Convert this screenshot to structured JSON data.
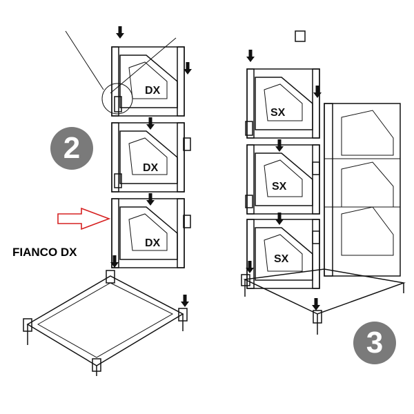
{
  "steps": {
    "step2": "2",
    "step3": "3"
  },
  "left_panels": [
    "DX",
    "DX",
    "DX"
  ],
  "right_panels": [
    "SX",
    "SX",
    "SX"
  ],
  "side_label": "FIANCO DX",
  "colors": {
    "badge": "#7a7a7a",
    "pointer_arrow": "#d62020"
  }
}
